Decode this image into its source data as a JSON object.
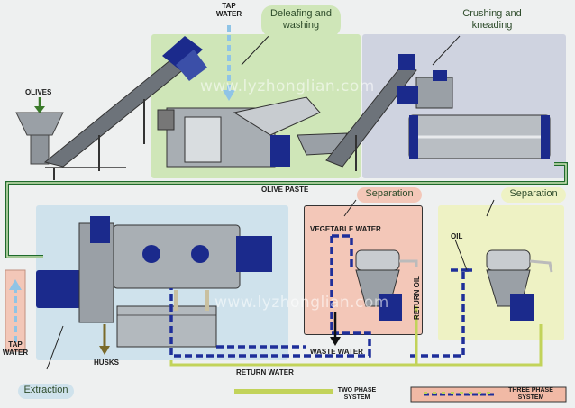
{
  "stages": {
    "deleafing": "Deleafing and washing",
    "crushing": "Crushing and kneading",
    "separation_three_phase": "Separation",
    "separation_two_phase": "Separation",
    "extraction": "Extraction"
  },
  "labels": {
    "tap_water_top": [
      "TAP",
      "WATER"
    ],
    "olives": "OLIVES",
    "olive_paste": "OLIVE PASTE",
    "vegetable_water": "VEGETABLE WATER",
    "return_oil": "RETURN OIL",
    "oil": "OIL",
    "waste_water": "WASTE WATER",
    "return_water": "RETURN WATER",
    "husks": "HUSKS",
    "tap_water_left": [
      "TAP",
      "WATER"
    ]
  },
  "legend": {
    "two_phase": "TWO PHASE SYSTEM",
    "three_phase": [
      "THREE PHASE",
      "SYSTEM"
    ]
  },
  "watermark": "www.lyzhonglian.com",
  "colors": {
    "green_zone": "#cfe6b8",
    "blue_zone": "#cfe2ec",
    "grey_zone": "#cfd3e0",
    "pink_zone": "#f3c7b8",
    "yellow_zone": "#eef2c4",
    "two_phase_line": "#c2d35a",
    "three_phase_line": "#1f2f9a",
    "legend_pink": "#f1b9a5",
    "machine_blue": "#1b2a8c"
  }
}
